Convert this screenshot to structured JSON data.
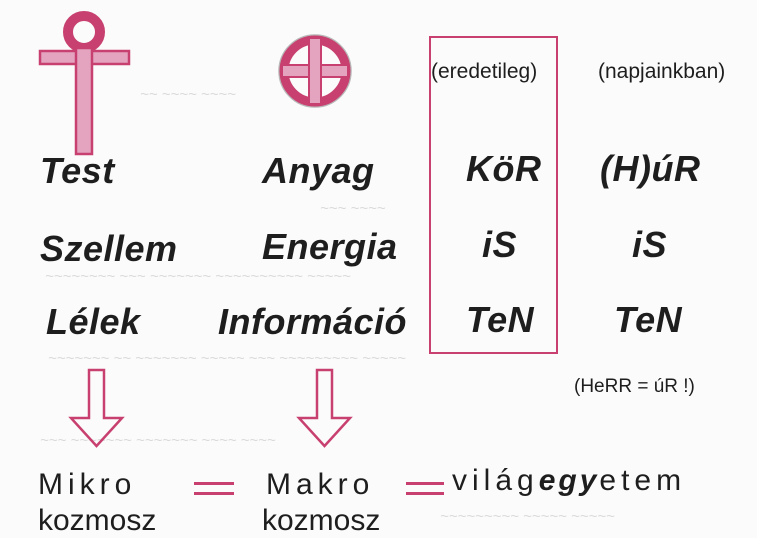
{
  "colors": {
    "accent": "#c8406f",
    "accent_fill": "#e4a4c0",
    "text": "#1e1e1e"
  },
  "icons": {
    "left_symbol": "ankh-icon",
    "middle_symbol": "sun-cross-icon"
  },
  "headers": {
    "original": "(eredetileg)",
    "nowadays": "(napjainkban)"
  },
  "rows": [
    {
      "body": "Test",
      "matter": "Anyag",
      "original": "KöR",
      "nowadays": "(H)úR"
    },
    {
      "body": "Szellem",
      "matter": "Energia",
      "original": "iS",
      "nowadays": "iS"
    },
    {
      "body": "Lélek",
      "matter": "Információ",
      "original": "TeN",
      "nowadays": "TeN"
    }
  ],
  "note": "(HeRR = úR !)",
  "bottom": {
    "micro_word": "Mikro",
    "micro_sub": "kozmosz",
    "macro_word": "Makro",
    "macro_sub": "kozmosz",
    "eq_sign": "=",
    "world_pre": "világ",
    "world_bold": "egy",
    "world_post": "etem"
  }
}
